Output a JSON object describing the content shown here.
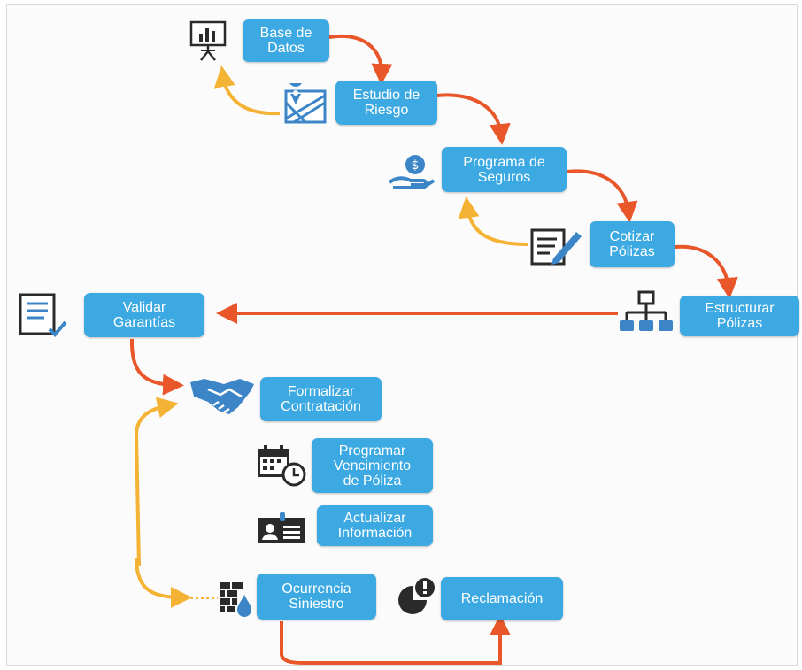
{
  "steps": {
    "base_datos": "Base de\nDatos",
    "estudio_riesgo": "Estudio de\nRiesgo",
    "programa_seguros": "Programa de\nSeguros",
    "cotizar_polizas": "Cotizar\nPólizas",
    "estructurar_polizas": "Estructurar\nPólizas",
    "validar_garantias": "Validar\nGarantías",
    "formalizar_contratacion": "Formalizar\nContratación",
    "programar_vencimiento": "Programar\nVencimiento\nde Póliza",
    "actualizar_informacion": "Actualizar\nInformación",
    "ocurrencia_siniestro": "Ocurrencia\nSiniestro",
    "reclamacion": "Reclamación"
  },
  "colors": {
    "box": "#3ca9e2",
    "arrow_forward": "#e8562a",
    "arrow_back": "#f5b335",
    "icon_dark": "#2a2a2a",
    "icon_blue": "#3c86c7"
  },
  "icons": [
    "presentation-chart-icon",
    "map-icon",
    "money-hand-icon",
    "edit-document-icon",
    "org-chart-icon",
    "checklist-icon",
    "handshake-icon",
    "calendar-clock-icon",
    "id-card-icon",
    "broken-wall-icon",
    "pie-alert-icon"
  ]
}
